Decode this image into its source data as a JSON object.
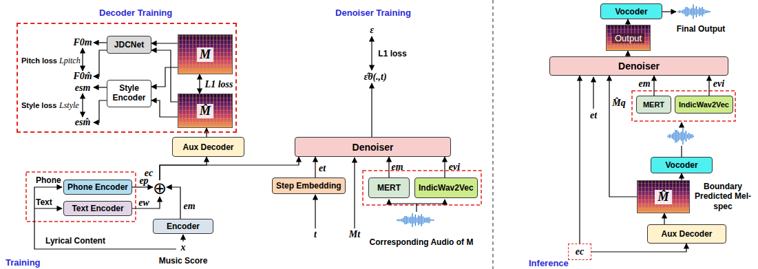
{
  "diagram": {
    "nodes": [
      {
        "text": [
          "Decoder Training"
        ]
      },
      {
        "text": [
          "JDCNet"
        ],
        "in": 0
      },
      {
        "text": [
          "Style Encoder"
        ],
        "in": 0
      },
      {
        "text": [
          "M"
        ],
        "in": 0
      },
      {
        "text": [
          "M̂"
        ],
        "in": 0
      },
      {
        "text": [
          "Aux Decoder"
        ]
      },
      {
        "text": [
          "Denoiser"
        ]
      },
      {
        "text": [
          "Step Embedding"
        ]
      },
      {
        "text": [
          "MERT"
        ]
      },
      {
        "text": [
          "IndicWav2Vec"
        ]
      },
      {
        "text": [
          "Phone Encoder"
        ]
      },
      {
        "text": [
          "Text Encoder"
        ]
      },
      {
        "text": [
          "⊕"
        ]
      },
      {
        "text": [
          "Encoder"
        ]
      },
      {
        "text": [
          "Vocoder"
        ]
      },
      {
        "text": [
          "Output"
        ]
      },
      {
        "text": [
          "Denoiser"
        ]
      },
      {
        "text": [
          "MERT"
        ]
      },
      {
        "text": [
          "IndicWav2Vec"
        ]
      },
      {
        "text": [
          "Vocoder"
        ]
      },
      {
        "text": [
          "M̂"
        ]
      },
      {
        "text": [
          "Aux Decoder"
        ]
      },
      {
        "text": [
          "ec"
        ]
      }
    ],
    "edges": [
      {
        "from": 3,
        "to": 4,
        "label": "L1 loss",
        "arrow": "both"
      },
      {
        "from": 3,
        "to": 1,
        "arrow": "to"
      },
      {
        "from": 3,
        "to": 2,
        "arrow": "to"
      },
      {
        "from": 4,
        "to": 1,
        "arrow": "to"
      },
      {
        "from": 4,
        "to": 2,
        "arrow": "to"
      },
      {
        "from": 5,
        "to": 4,
        "arrow": "to"
      },
      {
        "from": 10,
        "to": 12,
        "label": "ep",
        "arrow": "to"
      },
      {
        "from": 11,
        "to": 12,
        "label": "ew",
        "arrow": "to"
      },
      {
        "from": 13,
        "to": 12,
        "label": "em",
        "arrow": "to"
      },
      {
        "from": 12,
        "to": 5,
        "label": "ec",
        "arrow": "to"
      },
      {
        "from": 12,
        "to": 6,
        "arrow": "to"
      },
      {
        "from": 7,
        "to": 6,
        "label": "et",
        "arrow": "to"
      },
      {
        "from": 8,
        "to": 6,
        "label": "em",
        "arrow": "to"
      },
      {
        "from": 9,
        "to": 6,
        "label": "evi",
        "arrow": "to"
      },
      {
        "from": 15,
        "to": 14,
        "arrow": "to"
      },
      {
        "from": 16,
        "to": 15,
        "arrow": "to"
      },
      {
        "from": 17,
        "to": 16,
        "label": "em",
        "arrow": "to"
      },
      {
        "from": 18,
        "to": 16,
        "label": "evi",
        "arrow": "to"
      },
      {
        "from": 20,
        "to": 16,
        "label": "M̂q",
        "arrow": "to"
      },
      {
        "from": 22,
        "to": 16,
        "arrow": "to"
      },
      {
        "from": 21,
        "to": 20,
        "arrow": "to"
      },
      {
        "from": 20,
        "to": 19,
        "arrow": "to"
      },
      {
        "from": 22,
        "to": 21,
        "arrow": "to"
      }
    ],
    "labels": [
      "F0m",
      "Pitch loss",
      "Lpitch",
      "F0m̂",
      "esm",
      "Style loss",
      "Lstyle",
      "esm̂",
      "Denoiser Training",
      "ε",
      "L1 loss",
      "ε̂θ(.,t)",
      "t",
      "Mt",
      "Corresponding Audio of M",
      "Phone",
      "Text",
      "Lyrical Content",
      "x",
      "Music Score",
      "Training",
      "Final Output",
      "et",
      "Boundary Predicted Mel-spec",
      "Inference"
    ]
  }
}
